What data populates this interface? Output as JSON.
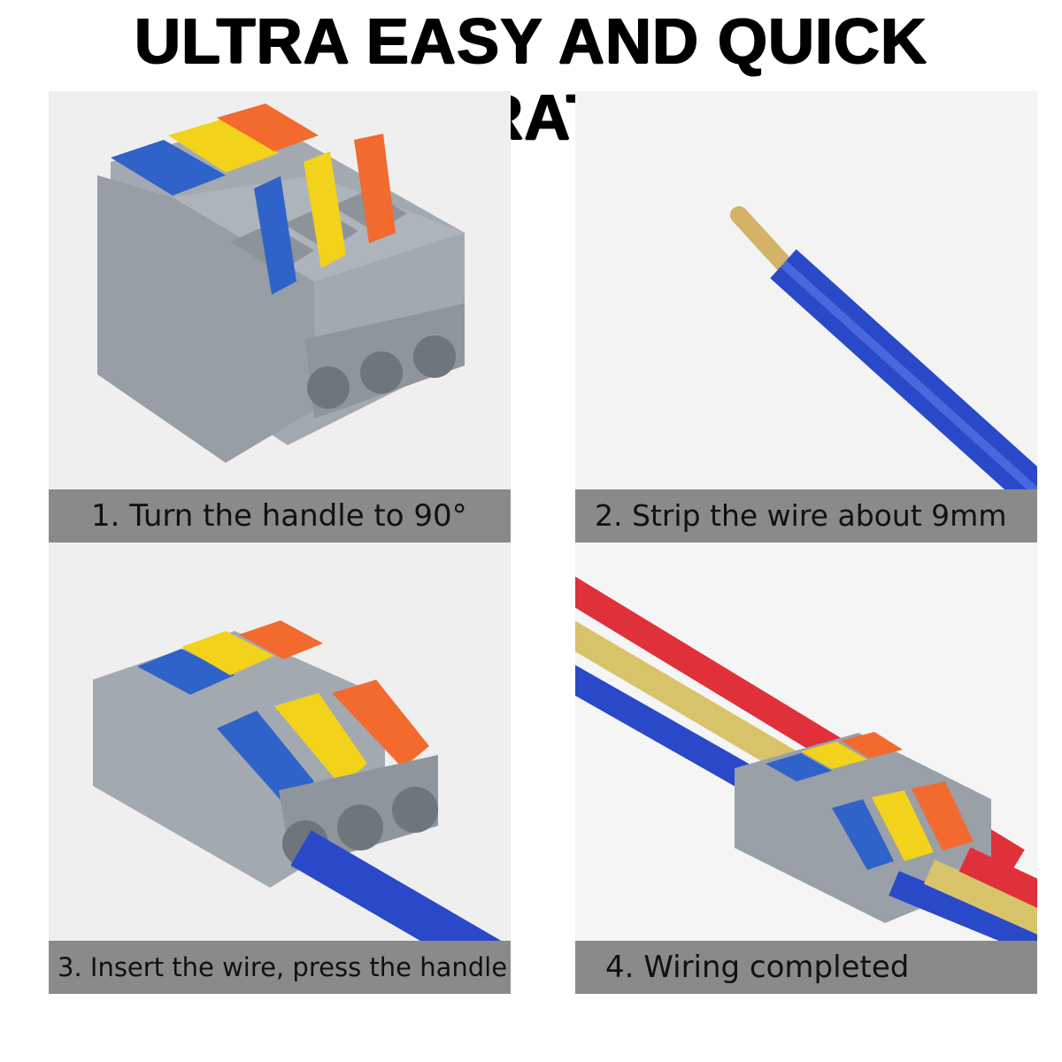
{
  "headline": "ULTRA EASY AND QUICK OPERATION",
  "steps": [
    {
      "caption": "1. Turn the handle to 90°"
    },
    {
      "caption": "2. Strip the wire about 9mm"
    },
    {
      "caption": "3. Insert the wire, press the handle"
    },
    {
      "caption": "4. Wiring completed"
    }
  ],
  "colors": {
    "housing": "#9aa0a8",
    "lever_blue": "#2f63c9",
    "lever_yellow": "#f2d21a",
    "lever_orange": "#f26a2e",
    "wire_blue": "#2a49c8",
    "wire_yellow": "#d9c36a",
    "wire_red": "#e0303a",
    "copper": "#d4b267"
  }
}
